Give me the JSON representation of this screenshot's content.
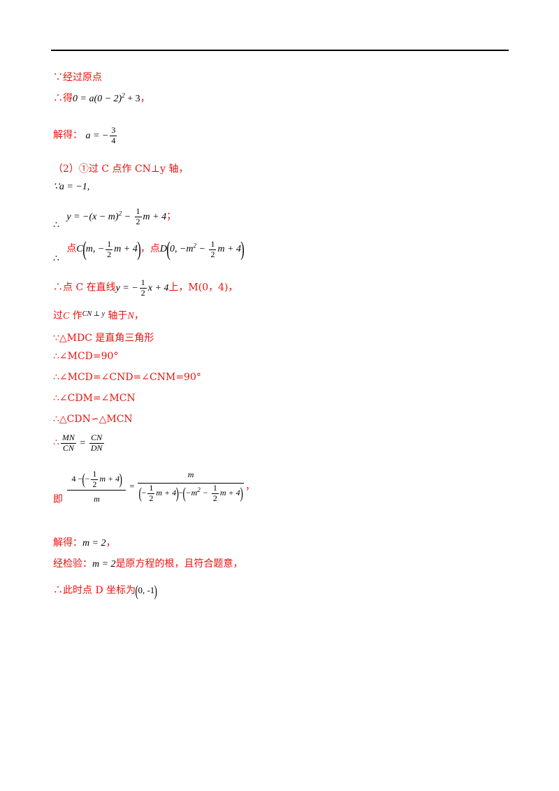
{
  "l1": "∵经过原点",
  "l2_pre": "∴得",
  "l2_eq": "0 = a(0 − 2)",
  "l2_tail": " + 3",
  "l2_end": "，",
  "l3_pre": "解得：",
  "l3_lhs": "a = −",
  "l3_num": "3",
  "l3_den": "4",
  "l4": "（2）①过 C 点作 CN⊥y 轴，",
  "l5": "∵a = −1,",
  "l6_pre": "∴",
  "l6_a": "y = −(x − m)",
  "l6_b": " − ",
  "l6_num": "1",
  "l6_den": "2",
  "l6_c": "m + 4",
  "l6_end": "；",
  "l7_pre": "∴",
  "l7_dian1": "点",
  "l7_c": "C",
  "l7_a": "m, −",
  "l7_num": "1",
  "l7_den": "2",
  "l7_b": "m + 4",
  "l7_mid": "，点",
  "l7_d": "D",
  "l7_e": "0, −m",
  "l7_f": " − ",
  "l7_num2": "1",
  "l7_den2": "2",
  "l7_g": "m + 4",
  "l8_pre": "∴点 C 在直线",
  "l8_a": "y = −",
  "l8_num": "1",
  "l8_den": "2",
  "l8_b": "x + 4",
  "l8_post": "上，M(0，4)，",
  "l9_a": "过",
  "l9_c": "C",
  "l9_b": " 作",
  "l9_cn": "CN ⊥ y",
  "l9_d": " 轴于",
  "l9_n": "N",
  "l9_e": "，",
  "l10": "∵△MDC 是直角三角形",
  "l11": "∴∠MCD=90°",
  "l12": "∴∠MCD=∠CND=∠CNM=90°",
  "l13": "∴∠CDM=∠MCN",
  "l14": "∴△CDN∽△MCN",
  "l15_pre": "∴",
  "l15_n1": "MN",
  "l15_d1": "CN",
  "l15_n2": "CN",
  "l15_d2": "DN",
  "l16_pre": "即",
  "l16_a": "4 −",
  "l16_b": "m + 4",
  "l16_m": "m",
  "l16_m2": "m",
  "l16_c": "m + 4",
  "l16_d": "−m",
  "l16_e": " − ",
  "l16_f": "m + 4",
  "l16_minus": "−",
  "l16_one": "1",
  "l16_two": "2",
  "l16_end": "，",
  "l17_pre": "解得：",
  "l17_eq": "m = 2",
  "l17_end": "，",
  "l18_pre": "经检验：",
  "l18_eq": "m = 2",
  "l18_post": "是原方程的根，且符合题意，",
  "l19_pre": "∴此时点 D 坐标为",
  "l19_pt": "0, -1",
  "sq": "2",
  "lp": "(",
  "rp": ")"
}
